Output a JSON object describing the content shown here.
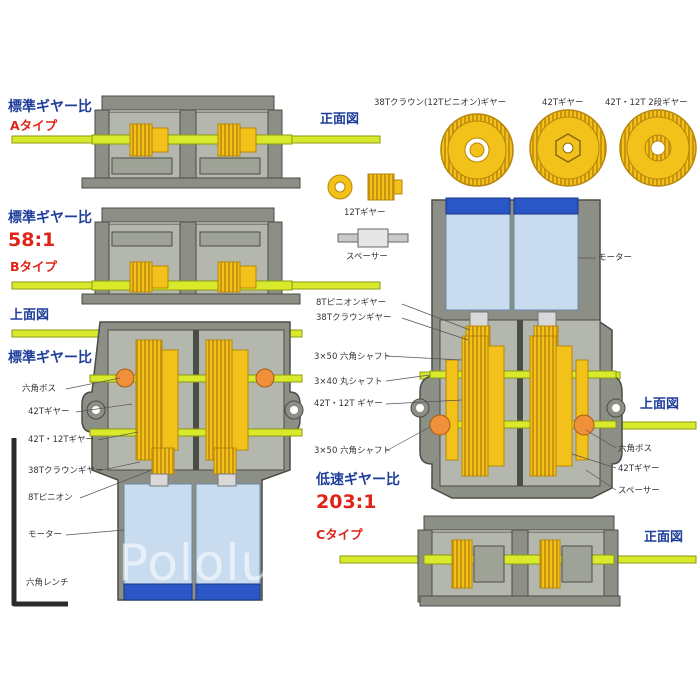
{
  "colors": {
    "frame": "#8c8f86",
    "frame_dark": "#4b4d47",
    "gear": "#f2c21b",
    "gear_dark": "#b8860b",
    "shaft": "#d9ea2c",
    "motor": "#c9dcef",
    "motor_cap": "#2a56c6",
    "hex_boss": "#f0903a",
    "title_blue": "#1f3f9a",
    "title_red": "#e02418"
  },
  "icons": [
    "hex-wrench-icon",
    "gear-38t-crown-icon",
    "gear-42t-icon",
    "gear-42t-12t-icon",
    "gear-12t-icon",
    "spacer-icon"
  ],
  "labels": {
    "standard_ratio_a": "標準ギヤー比",
    "type_a": "Aタイプ",
    "front_view_top": "正面図",
    "standard_ratio_b": "標準ギヤー比",
    "ratio_58": "58:1",
    "type_b": "Bタイプ",
    "top_view_left": "上面図",
    "standard_ratio_c": "標準ギヤー比",
    "hex_boss_left": "六角ボス",
    "gear42_left": "42Tギヤー",
    "gear42_12_left": "42T・12Tギヤー",
    "crown38_left": "38Tクラウンギヤー",
    "pinion8_left": "8Tピニオン",
    "motor_left": "モーター",
    "hex_wrench": "六角レンチ",
    "gear_38t_crown_title": "38Tクラウン(12Tピニオン)ギヤー",
    "gear_42t_title": "42Tギヤー",
    "gear_42t_12t_title": "42T・12T 2段ギヤー",
    "gear_12t_title": "12Tギヤー",
    "spacer_title": "スペーサー",
    "motor_right": "モーター",
    "pinion8_mid": "8Tピニオンギヤー",
    "crown38_mid": "38Tクラウンギヤー",
    "hex_shaft_50_a": "3×50 六角シャフト",
    "round_shaft_40": "3×40 丸シャフト",
    "gear42_12_mid": "42T・12T ギヤー",
    "hex_shaft_50_b": "3×50 六角シャフト",
    "top_view_right": "上面図",
    "hex_boss_right": "六角ボス",
    "gear42_right": "42Tギヤー",
    "spacer_right": "スペーサー",
    "low_speed_ratio": "低速ギヤー比",
    "ratio_203": "203:1",
    "type_c": "Cタイプ",
    "front_view_bottom": "正面図",
    "watermark": "Pololu"
  }
}
